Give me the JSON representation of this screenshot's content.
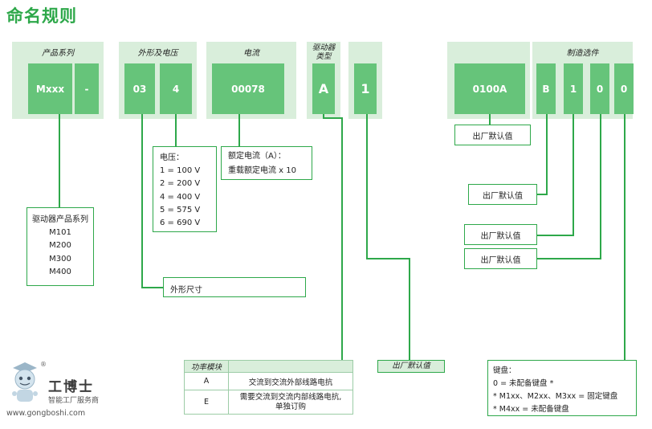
{
  "title": "命名规则",
  "groups": {
    "series": "产品系列",
    "frame_voltage": "外形及电压",
    "current": "电流",
    "drive_type": "驱动器\n类型",
    "options": "制造选件"
  },
  "code": {
    "series": "Mxxx",
    "dash": "-",
    "frame": "03",
    "voltage": "4",
    "current": "00078",
    "type": "A",
    "power": "1",
    "option": "0100A",
    "b": "B",
    "d1": "1",
    "d2": "0",
    "d3": "0"
  },
  "series_box": {
    "title": "驱动器产品系列",
    "items": [
      "M101",
      "M200",
      "M300",
      "M400"
    ]
  },
  "voltage_box": {
    "title": "电压：",
    "items": [
      "1 = 100 V",
      "2 = 200 V",
      "4 = 400 V",
      "5 = 575 V",
      "6 = 690 V"
    ]
  },
  "current_box": {
    "line1": "额定电流（A）：",
    "line2": "重载额定电流 x 10"
  },
  "frame_box": "外形尺寸",
  "factory_labels": [
    "出厂默认值",
    "出厂默认值",
    "出厂默认值",
    "出厂默认值"
  ],
  "factory_default_italic": "出厂默认值",
  "power_table": {
    "header": "功率模块",
    "rows": [
      {
        "code": "A",
        "desc": "交流到交流外部线路电抗"
      },
      {
        "code": "E",
        "desc": "需要交流到交流内部线路电抗,\n单独订购"
      }
    ]
  },
  "keypad_box": {
    "title": "键盘：",
    "items": [
      "0 = 未配备键盘 *",
      "* M1xx、M2xx、M3xx = 固定键盘",
      "* M4xx = 未配备键盘"
    ]
  },
  "logo": {
    "name": "工博士",
    "subtitle": "智能工厂服务商",
    "url": "www.gongboshi.com",
    "reg": "®"
  },
  "colors": {
    "accent": "#2ea84a",
    "box_fill": "#66c47a",
    "panel": "#d9eedb"
  }
}
